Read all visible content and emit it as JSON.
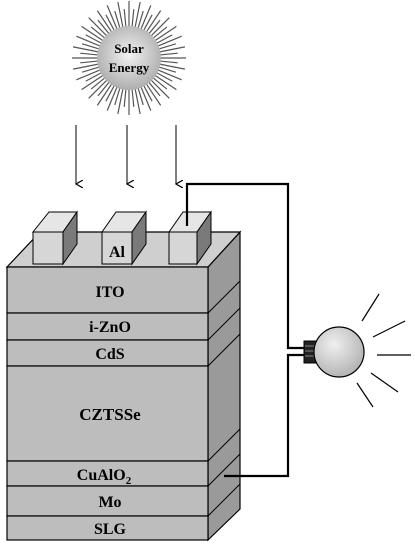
{
  "sun": {
    "line1": "Solar",
    "line2": "Energy"
  },
  "electrode": {
    "label": "Al"
  },
  "layers": {
    "ito": "ITO",
    "izno": "i-ZnO",
    "cds": "CdS",
    "cztsse": "CZTSSe",
    "cualo2_main": "CuAlO",
    "cualo2_sub": "2",
    "mo": "Mo",
    "slg": "SLG"
  },
  "colors": {
    "layer_face": "#bdbdbd",
    "layer_top": "#cfcfcf",
    "layer_side": "#9a9a9a",
    "electrode_face": "#d6d6d6",
    "electrode_side": "#7a7a7a",
    "bulb": "#cfcfcf",
    "sun_center": "#bbbbbb",
    "line": "#000000"
  }
}
